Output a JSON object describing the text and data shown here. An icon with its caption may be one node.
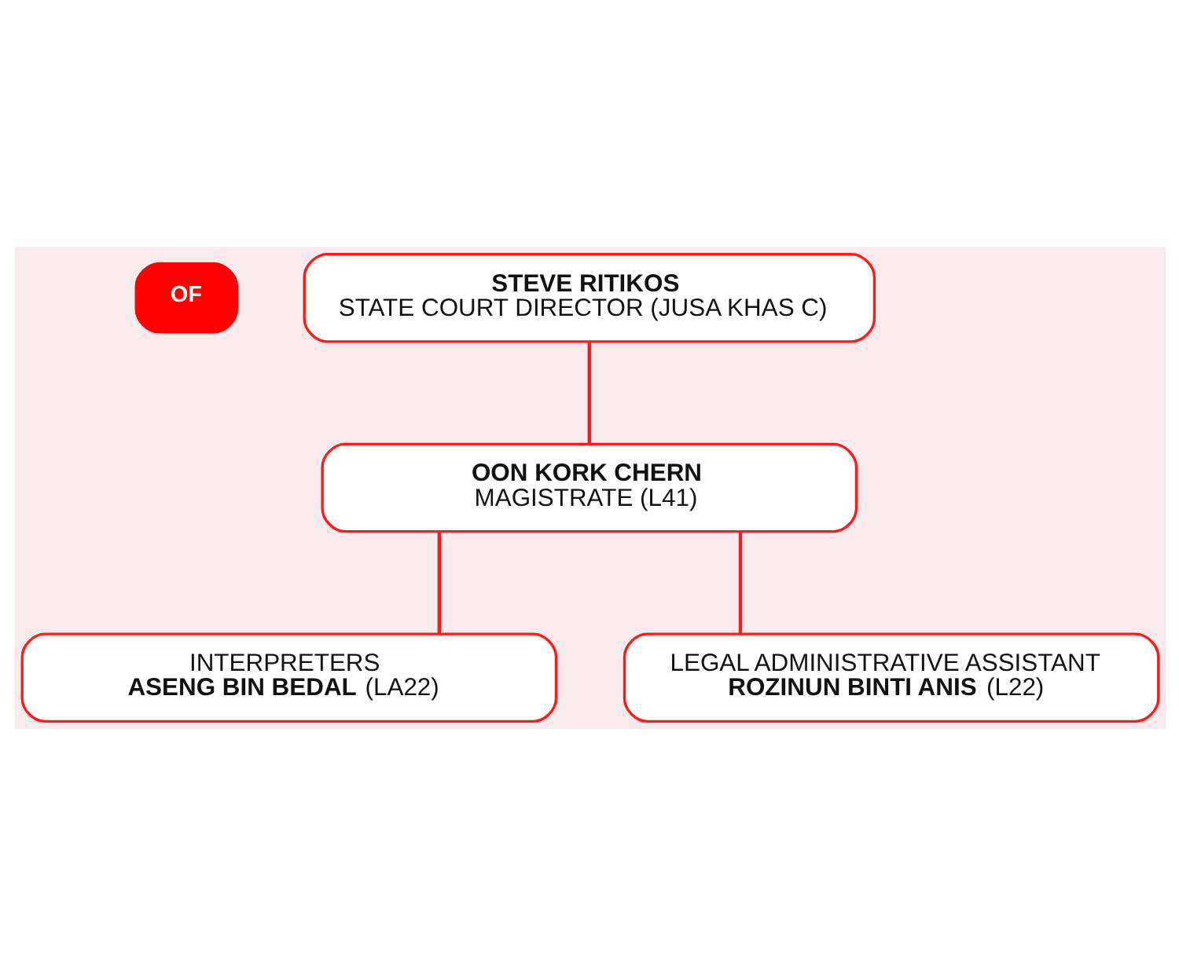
{
  "diagram": {
    "nodes": [
      {
        "text": [
          "OF"
        ]
      },
      {
        "text": [
          "STEVE RITIKOS",
          "STATE COURT DIRECTOR (JUSA KHAS C)"
        ]
      },
      {
        "text": [
          "OON KORK CHERN",
          "MAGISTRATE (L41)"
        ]
      },
      {
        "text": [
          "INTERPRETERS",
          "**ASENG BIN BEDAL** (LA22)"
        ]
      },
      {
        "text": [
          "LEGAL ADMINISTRATIVE ASSISTANT",
          "**ROZINUN BINTI ANIS** (L22)"
        ]
      }
    ],
    "edges": [
      {
        "from": 1,
        "to": 2,
        "arrow": "none"
      },
      {
        "from": 2,
        "to": 3,
        "arrow": "none"
      },
      {
        "from": 2,
        "to": 4,
        "arrow": "none"
      }
    ]
  }
}
